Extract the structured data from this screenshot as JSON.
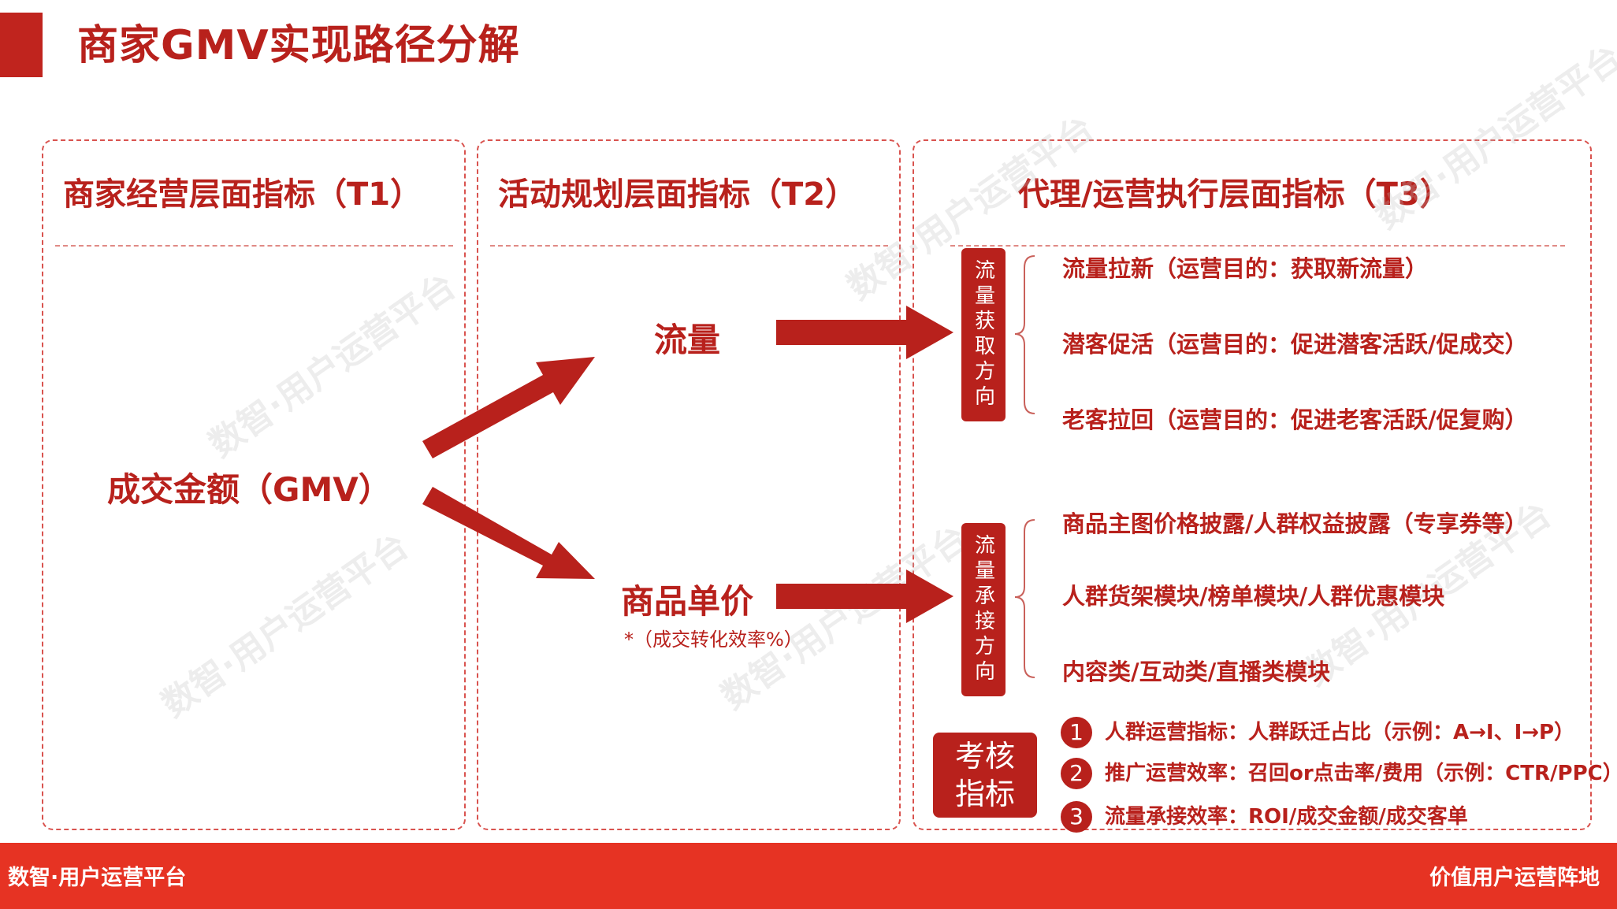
{
  "title": "商家GMV实现路径分解",
  "panels": {
    "t1": {
      "title": "商家经营层面指标（T1）"
    },
    "t2": {
      "title": "活动规划层面指标（T2）"
    },
    "t3": {
      "title": "代理/运营执行层面指标（T3）"
    }
  },
  "nodes": {
    "gmv": "成交金额（GMV）",
    "traffic": "流量",
    "unit_price": "商品单价",
    "unit_price_note": "*（成交转化效率%）"
  },
  "traffic_group": {
    "label": "流量获取方向",
    "items": [
      "流量拉新（运营目的：获取新流量）",
      "潜客促活（运营目的：促进潜客活跃/促成交）",
      "老客拉回（运营目的：促进老客活跃/促复购）"
    ]
  },
  "conversion_group": {
    "label": "流量承接方向",
    "items": [
      "商品主图价格披露/人群权益披露（专享券等）",
      "人群货架模块/榜单模块/人群优惠模块",
      "内容类/互动类/直播类模块"
    ]
  },
  "kpi": {
    "label_line1": "考核",
    "label_line2": "指标",
    "items": [
      {
        "num": "1",
        "text": "人群运营指标：人群跃迁占比（示例：A→I、I→P）"
      },
      {
        "num": "2",
        "text": "推广运营效率：召回or点击率/费用（示例：CTR/PPC）"
      },
      {
        "num": "3",
        "text": "流量承接效率：ROI/成交金额/成交客单"
      }
    ]
  },
  "watermark": "数智·用户运营平台",
  "footer": {
    "left": "数智·用户运营平台",
    "right": "价值用户运营阵地"
  },
  "colors": {
    "brand_red": "#b8211c",
    "footer_red": "#e63323"
  }
}
